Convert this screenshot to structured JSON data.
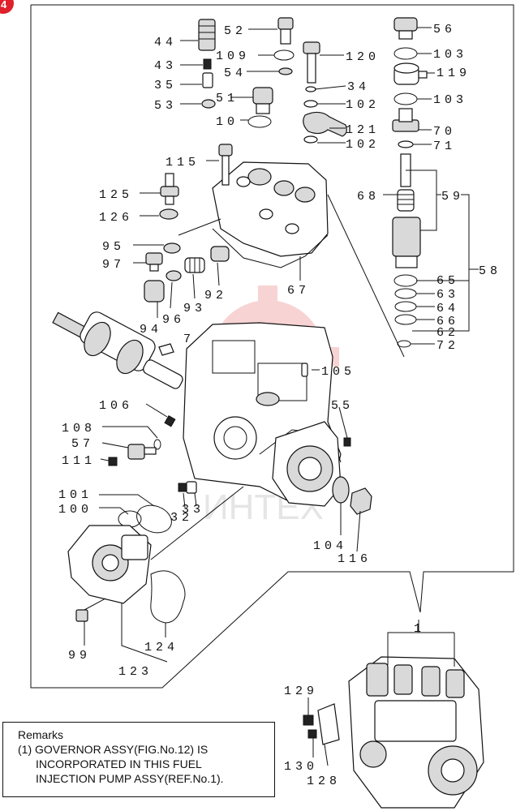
{
  "badge": "4",
  "remarks": {
    "heading": "Remarks",
    "line1": "(1) GOVERNOR ASSY(FIG.No.12) IS",
    "line2": "INCORPORATED IN THIS FUEL",
    "line3": "INJECTION PUMP ASSY(REF.No.1)."
  },
  "watermark": "ИНТЕХ",
  "callouts": {
    "c44": "44",
    "c52": "52",
    "c56": "56",
    "c43": "43",
    "c109": "109",
    "c120": "120",
    "c103a": "103",
    "c54": "54",
    "c119": "119",
    "c35": "35",
    "c34": "34",
    "c51": "51",
    "c103b": "103",
    "c53": "53",
    "c102a": "102",
    "c10": "10",
    "c70": "70",
    "c121": "121",
    "c102b": "102",
    "c71": "71",
    "c115": "115",
    "c68": "68",
    "c59": "59",
    "c125": "125",
    "c126": "126",
    "c95": "95",
    "c58": "58",
    "c97": "97",
    "c65": "65",
    "c67": "67",
    "c63": "63",
    "c92": "92",
    "c64": "64",
    "c93": "93",
    "c66": "66",
    "c96": "96",
    "c94": "94",
    "c62": "62",
    "c7": "7",
    "c72": "72",
    "c105": "105",
    "c106": "106",
    "c55": "55",
    "c108": "108",
    "c57": "57",
    "c111": "111",
    "c101": "101",
    "c100": "100",
    "c32": "32",
    "c33": "33",
    "c104": "104",
    "c116": "116",
    "c1": "1",
    "c99": "99",
    "c124": "124",
    "c123": "123",
    "c129": "129",
    "c130": "130",
    "c128": "128"
  }
}
